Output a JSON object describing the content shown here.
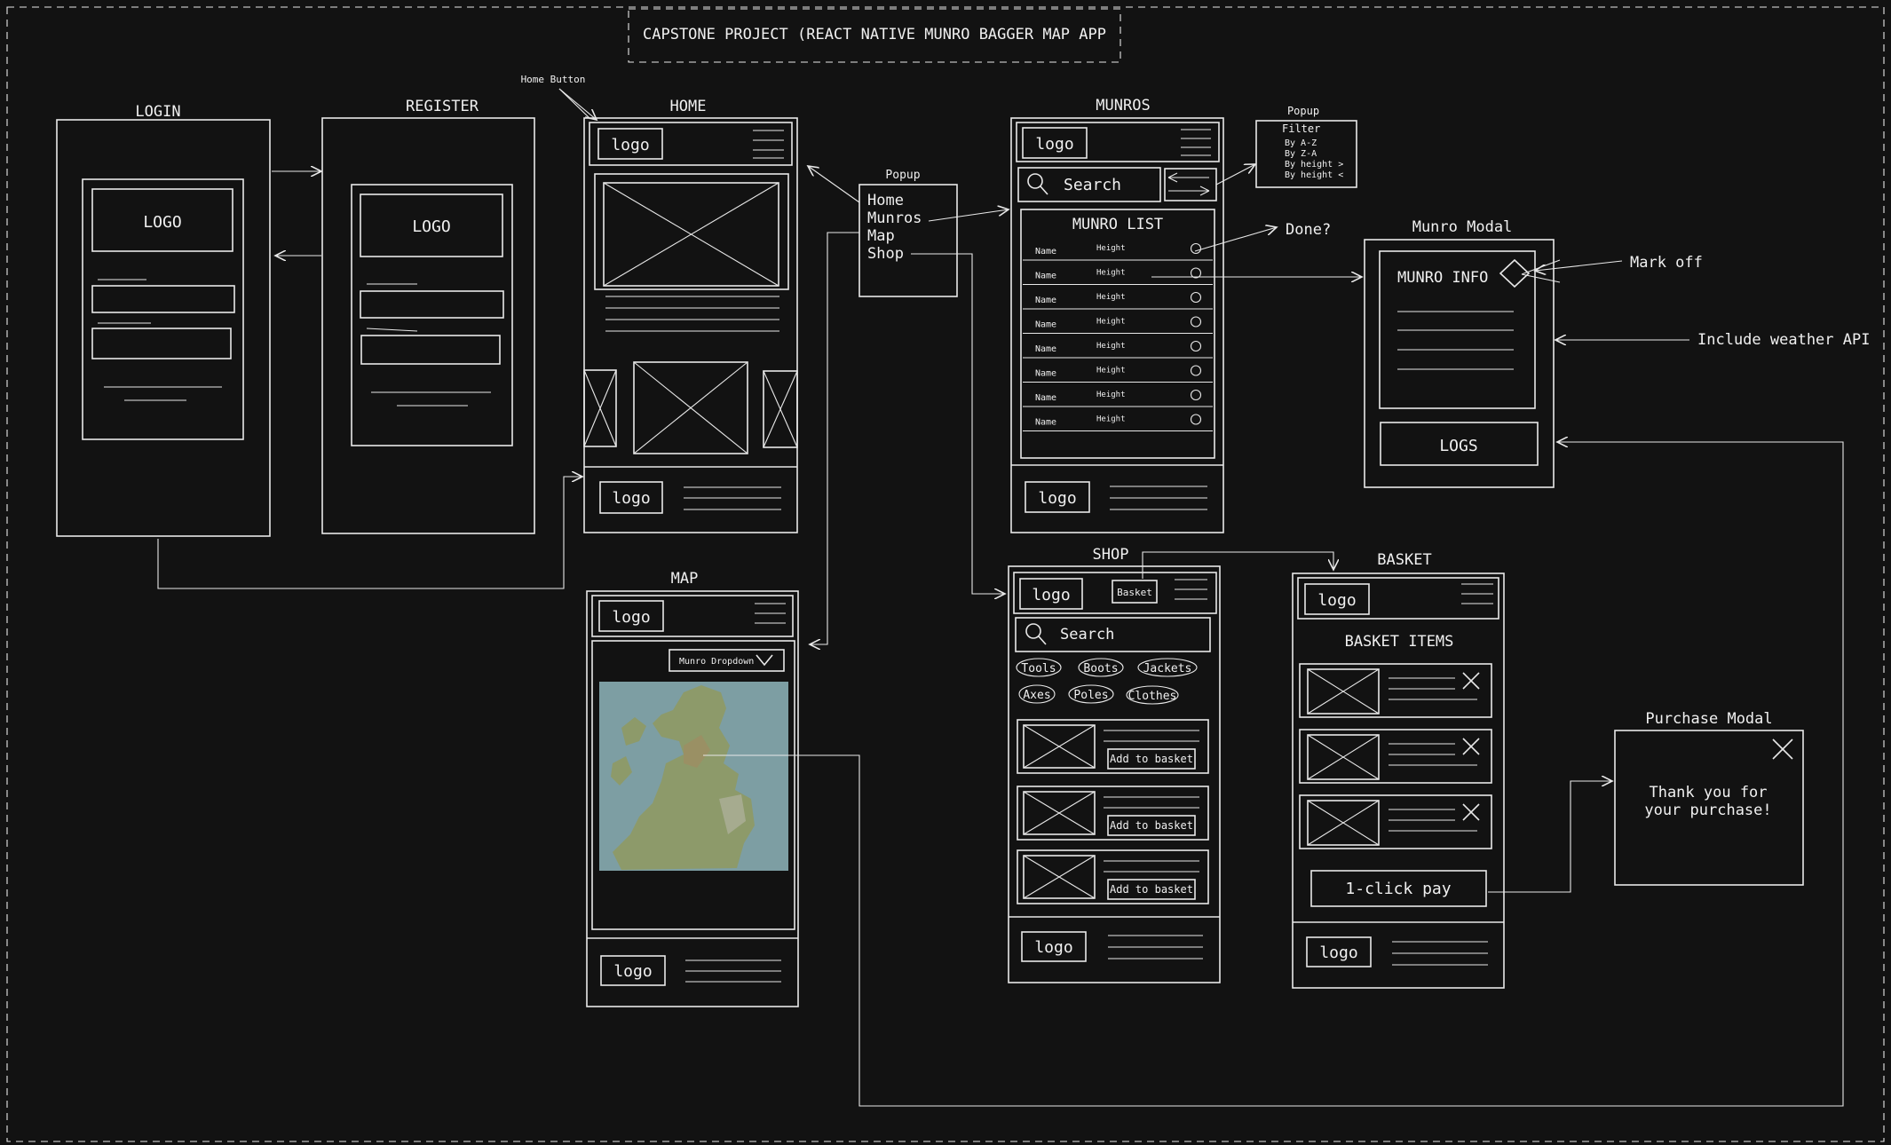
{
  "title": "CAPSTONE PROJECT (REACT NATIVE MUNRO BAGGER MAP APP",
  "screens": {
    "login": {
      "title": "LOGIN",
      "logo": "LOGO"
    },
    "register": {
      "title": "REGISTER",
      "logo": "LOGO"
    },
    "home": {
      "title": "HOME",
      "logo": "logo",
      "footer_logo": "logo",
      "annotation": "Home Button"
    },
    "munros": {
      "title": "MUNROS",
      "logo": "logo",
      "search": "Search",
      "list_title": "MUNRO LIST",
      "rows": [
        {
          "name": "Name",
          "height": "Height"
        },
        {
          "name": "Name",
          "height": "Height"
        },
        {
          "name": "Name",
          "height": "Height"
        },
        {
          "name": "Name",
          "height": "Height"
        },
        {
          "name": "Name",
          "height": "Height"
        },
        {
          "name": "Name",
          "height": "Height"
        },
        {
          "name": "Name",
          "height": "Height"
        },
        {
          "name": "Name",
          "height": "Height"
        }
      ],
      "footer_logo": "logo"
    },
    "map": {
      "title": "MAP",
      "logo": "logo",
      "dropdown": "Munro Dropdown",
      "footer_logo": "logo"
    },
    "shop": {
      "title": "SHOP",
      "logo": "logo",
      "basket_btn": "Basket",
      "search": "Search",
      "chips": [
        "Tools",
        "Boots",
        "Jackets",
        "Axes",
        "Poles",
        "Clothes"
      ],
      "add_label": "Add to basket",
      "footer_logo": "logo"
    },
    "basket": {
      "title": "BASKET",
      "logo": "logo",
      "items_title": "BASKET ITEMS",
      "pay": "1-click pay",
      "footer_logo": "logo"
    },
    "munro_modal": {
      "title": "Munro Modal",
      "info": "MUNRO INFO",
      "logs": "LOGS"
    },
    "purchase_modal": {
      "title": "Purchase Modal",
      "line1": "Thank you for",
      "line2": "your purchase!"
    }
  },
  "nav_popup": {
    "title": "Popup",
    "items": [
      "Home",
      "Munros",
      "Map",
      "Shop"
    ]
  },
  "filter_popup": {
    "title": "Popup",
    "heading": "Filter",
    "items": [
      "By A-Z",
      "By Z-A",
      "By height >",
      "By height <"
    ]
  },
  "notes": {
    "done": "Done?",
    "mark_off": "Mark off",
    "weather": "Include weather API"
  }
}
